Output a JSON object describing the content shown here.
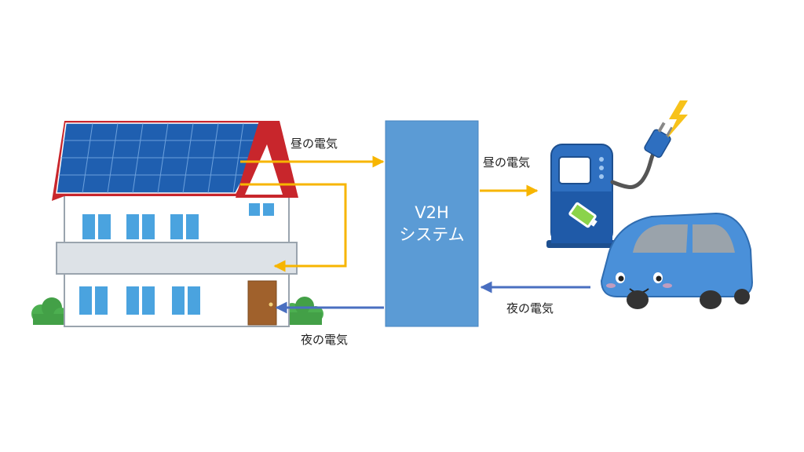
{
  "labels": {
    "day_power_1": "昼の電気",
    "day_power_2": "昼の電気",
    "night_power_1": "夜の電気",
    "night_power_2": "夜の電気"
  },
  "v2h": {
    "line1": "V2H",
    "line2": "システム"
  },
  "colors": {
    "day_arrow": "#f7b500",
    "night_arrow": "#4a6fc0",
    "v2h_box": "#5b9bd5",
    "solar_panel": "#1f5fb0",
    "roof": "#c8262c",
    "car_body": "#4a90d9",
    "charger_body": "#2e6fc0"
  }
}
